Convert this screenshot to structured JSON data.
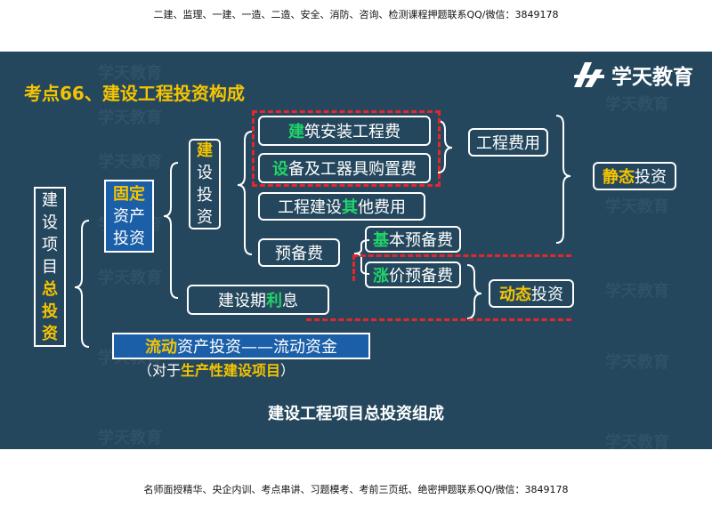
{
  "header_text": "二建、监理、一建、一造、二造、安全、消防、咨询、检测课程押题联系QQ/微信：3849178",
  "footer_text": "名师面授精华、央企内训、考点串讲、习题模考、考前三页纸、绝密押题联系QQ/微信：3849178",
  "logo": {
    "text": "学天教育",
    "icon": "xuetian-logo-icon"
  },
  "title": "考点66、建设工程投资构成",
  "watermark": "学天教育",
  "nodes": {
    "total": {
      "chars": [
        "建",
        "设",
        "项",
        "目"
      ],
      "hl_chars": [
        "总",
        "投",
        "资"
      ]
    },
    "fixed": {
      "hl": "固定",
      "rest_1": "资产",
      "rest_2": "投资"
    },
    "construction": {
      "hl": "建",
      "chars": [
        "设",
        "投",
        "资"
      ]
    },
    "building": {
      "hl": "建",
      "rest": "筑安装工程费"
    },
    "equipment": {
      "hl": "设",
      "rest": "备及工器具购置费"
    },
    "other": {
      "pre": "工程建设",
      "hl": "其",
      "post": "他费用"
    },
    "reserve": {
      "text": "预备费"
    },
    "basic_reserve": {
      "hl": "基",
      "rest": "本预备费"
    },
    "price_reserve": {
      "hl": "涨",
      "rest": "价预备费"
    },
    "interest": {
      "pre": "建设期",
      "hl": "利",
      "post": "息"
    },
    "engineering_cost": {
      "text": "工程费用"
    },
    "static": {
      "hl": "静态",
      "rest": "投资"
    },
    "dynamic": {
      "hl": "动态",
      "rest": "投资"
    },
    "current": {
      "hl": "流动",
      "rest": "资产投资——流动资金"
    }
  },
  "note": {
    "pre": "（对于",
    "hl": "生产性建设项目",
    "post": "）"
  },
  "subtitle": "建设工程项目总投资组成",
  "colors": {
    "background": "#24475d",
    "highlight_green": "#22d36a",
    "highlight_yellow": "#f5c400",
    "blue_fill": "#1a5fa8",
    "dash_red": "#e8262a"
  }
}
